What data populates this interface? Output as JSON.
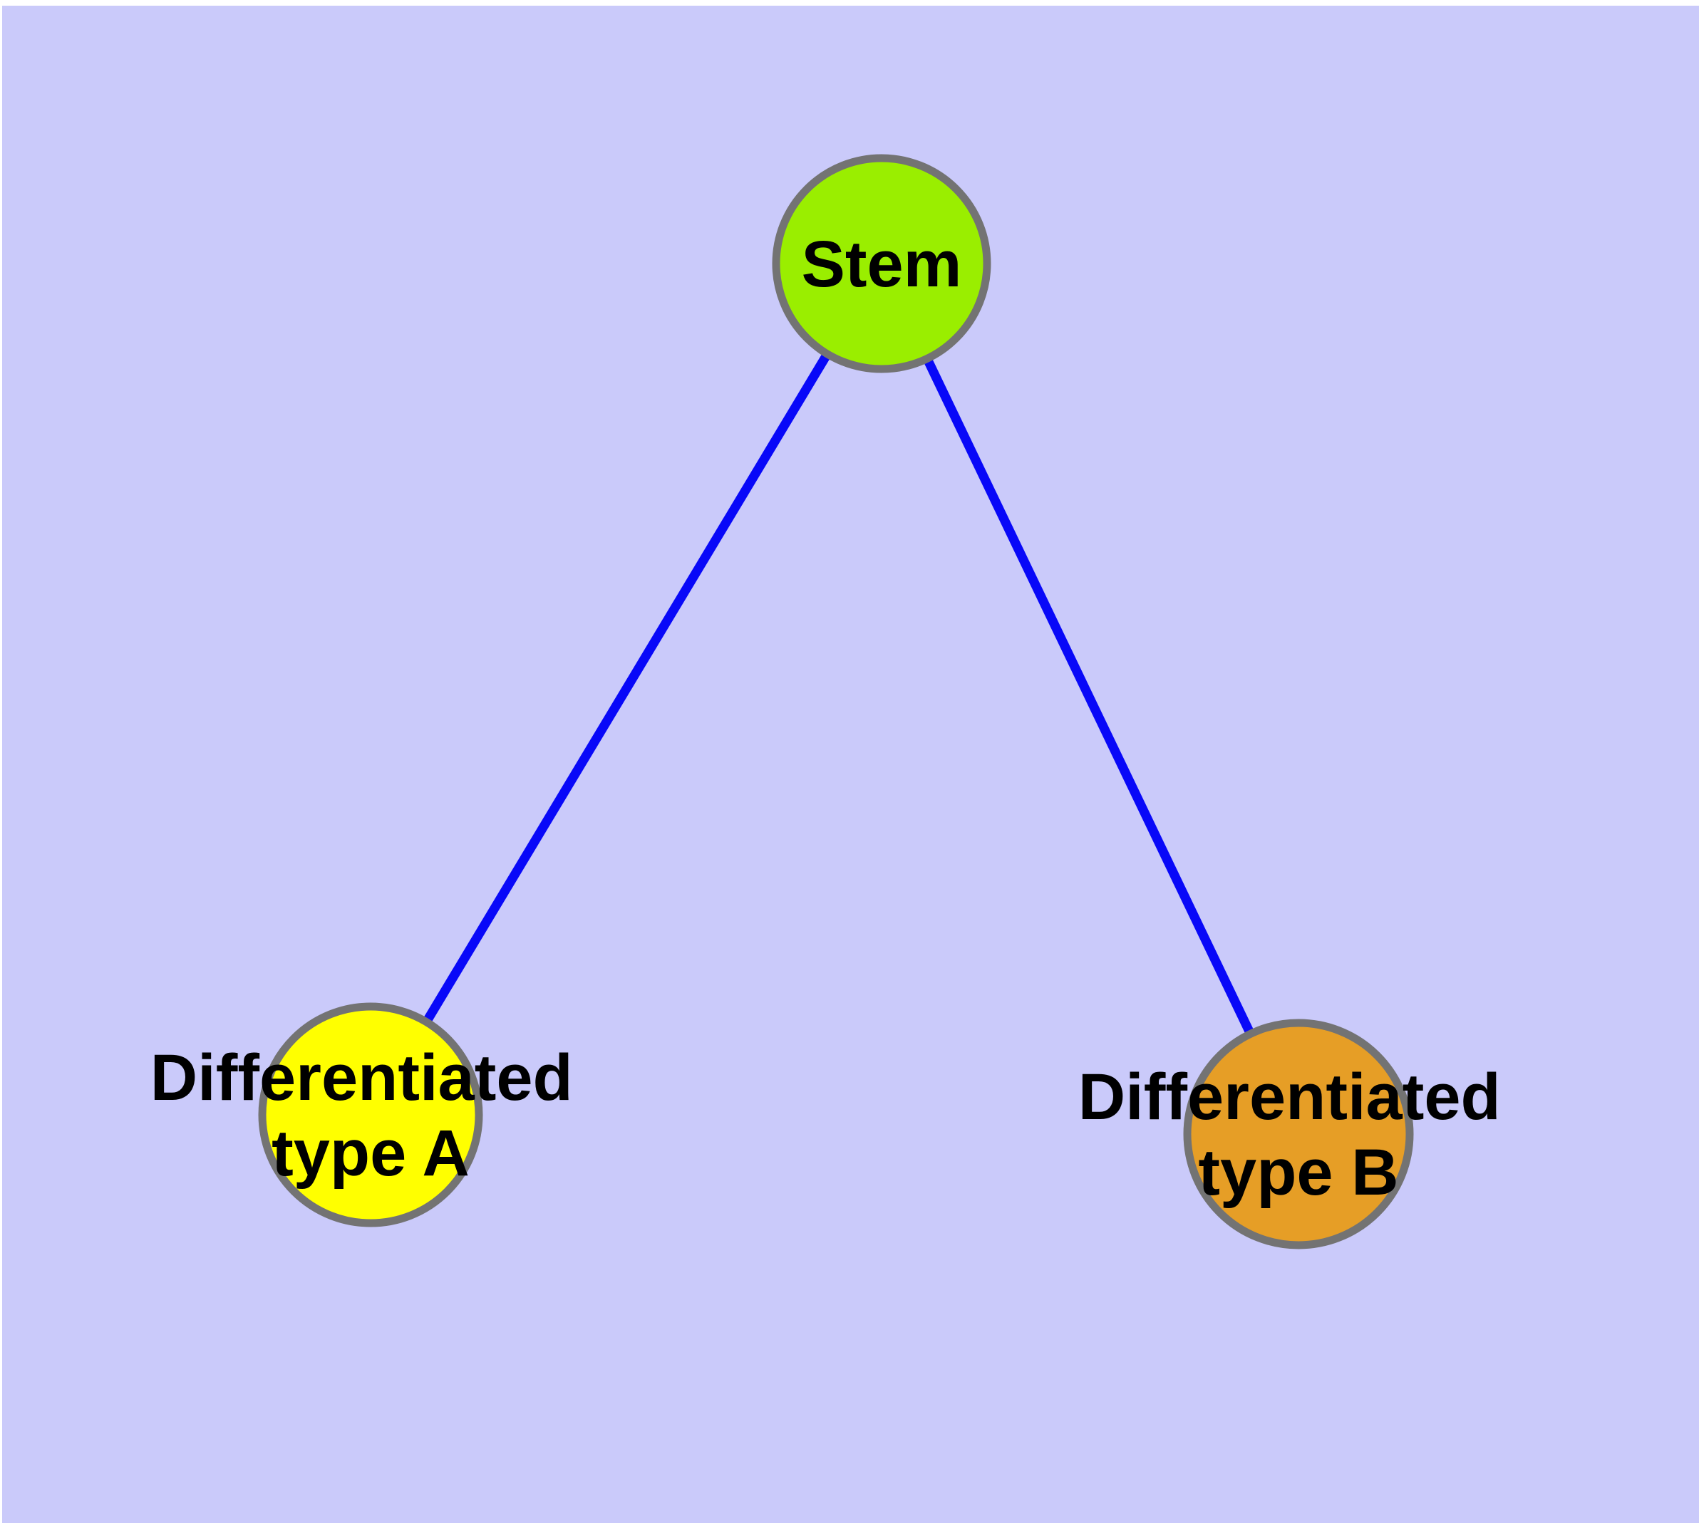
{
  "figure": {
    "type": "node-link-diagram",
    "title": "",
    "page_background": "#FFFFFF",
    "canvas_background": "#CACAFA",
    "edge_color": "#0808F8",
    "node_border_color": "#737373",
    "label_color": "#000000"
  },
  "graph": {
    "nodes": [
      {
        "id": "stem",
        "label": "Stem",
        "label_lines": [
          "Stem"
        ],
        "fill": "#9AEE00"
      },
      {
        "id": "differentiated-type-a",
        "label": "Differentiated type A",
        "label_lines": [
          "Differentiated",
          "type A"
        ],
        "fill": "#FFFF00"
      },
      {
        "id": "differentiated-type-b",
        "label": "Differentiated type B",
        "label_lines": [
          "Differentiated",
          "type B"
        ],
        "fill": "#E69E26"
      }
    ],
    "edges": [
      {
        "source": "Stem",
        "target": "Differentiated type A"
      },
      {
        "source": "Stem",
        "target": "Differentiated type B"
      }
    ]
  }
}
